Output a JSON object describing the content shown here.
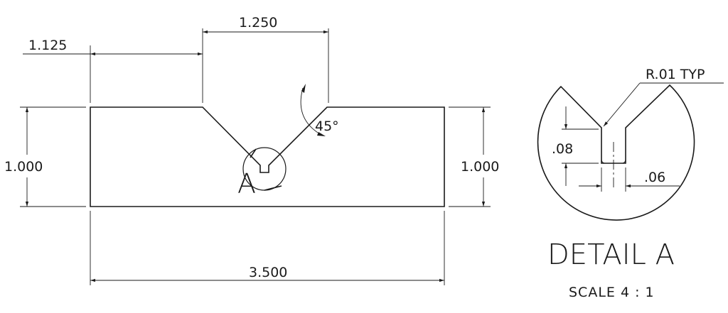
{
  "dimensions": {
    "left_offset": "1.125",
    "notch_width": "1.250",
    "overall_length": "3.500",
    "height_left": "1.000",
    "height_right": "1.000",
    "angle": "45°"
  },
  "detail_callout": {
    "label": "A"
  },
  "detail_view": {
    "radius_note": "R.01 TYP",
    "slot_depth": ".08",
    "slot_width": ".06",
    "title": "DETAIL A",
    "scale": "SCALE 4 : 1"
  }
}
